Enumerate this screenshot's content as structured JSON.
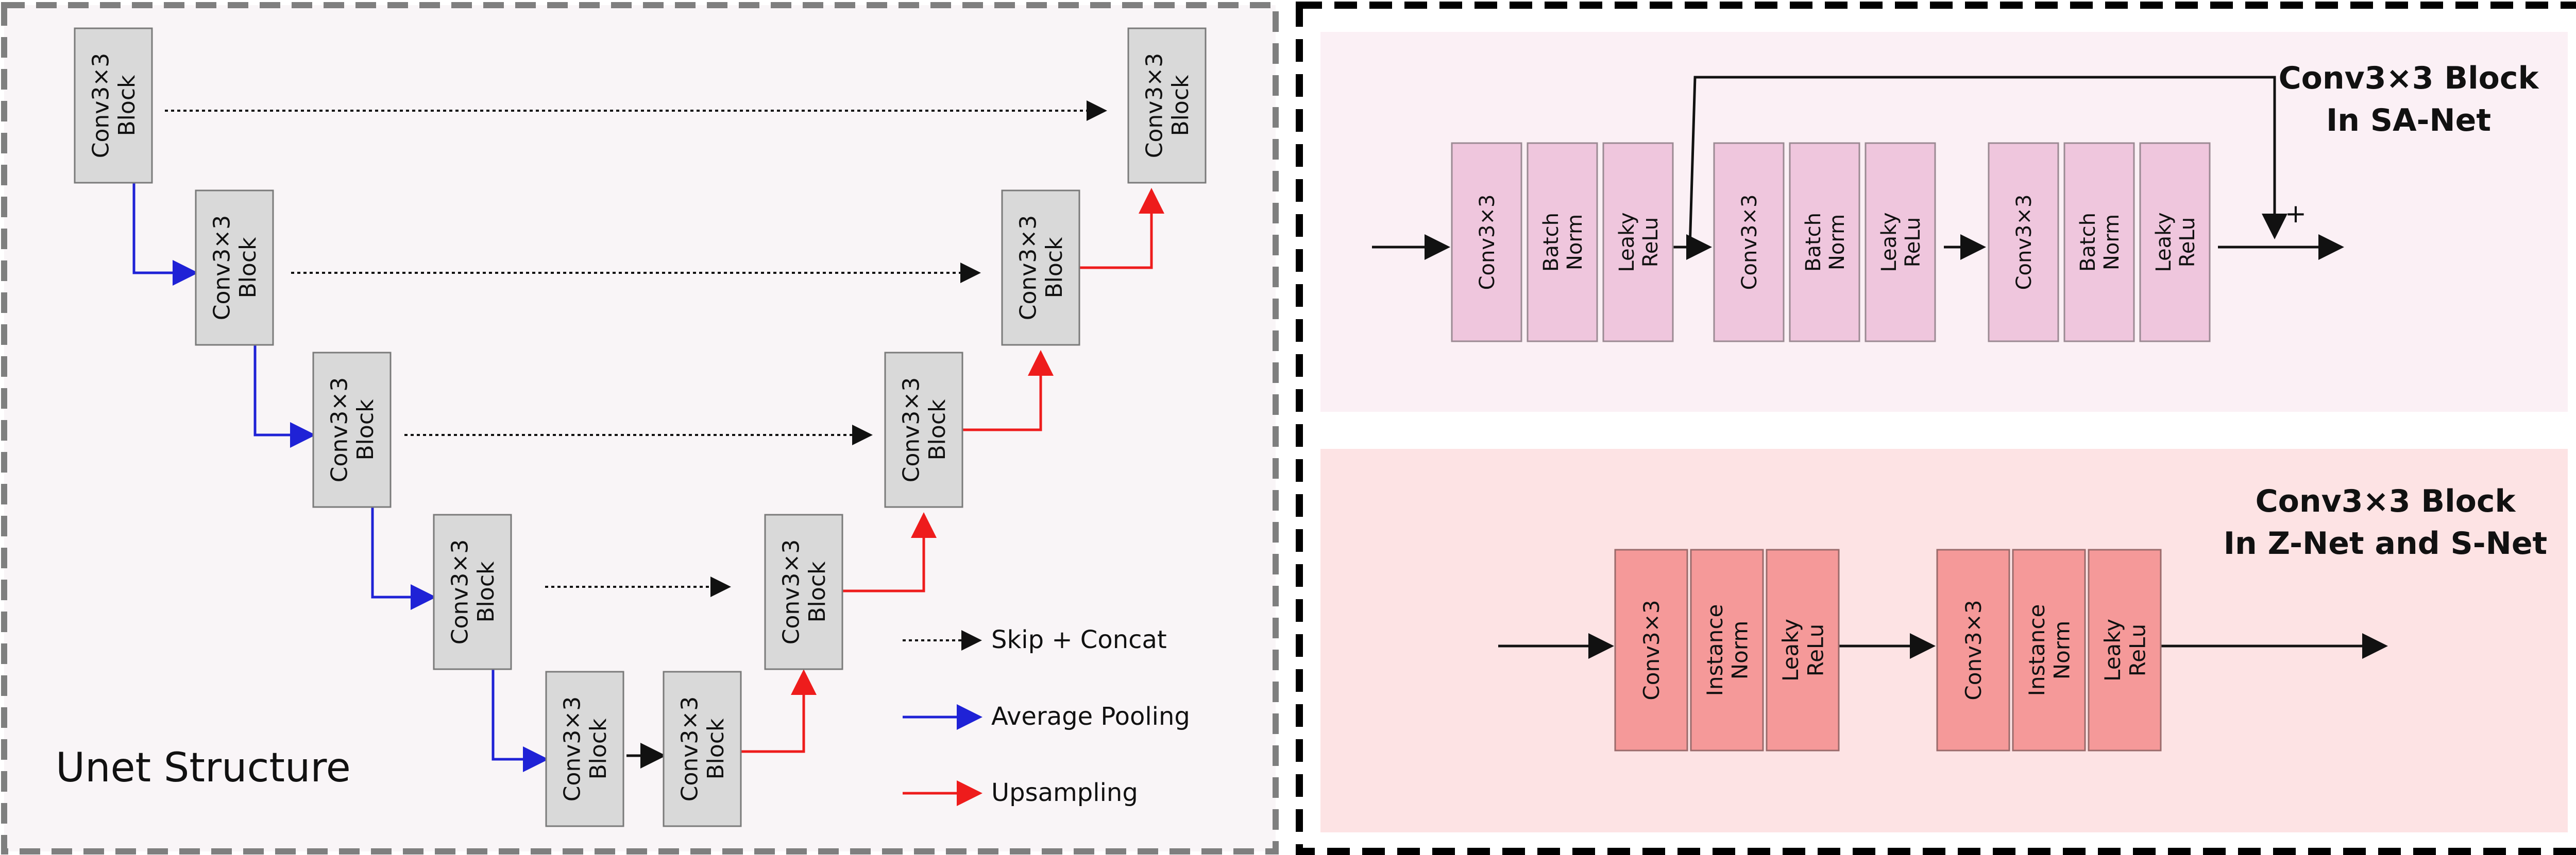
{
  "unet": {
    "title": "Unet Structure",
    "block_label_line1": "Conv3×3",
    "block_label_line2": "Block",
    "legend": {
      "skip": "Skip + Concat",
      "pool": "Average Pooling",
      "up": "Upsampling"
    }
  },
  "sa_net": {
    "title_line1": "Conv3×3 Block",
    "title_line2": "In SA-Net",
    "plus": "+",
    "groups": [
      [
        "Conv3×3",
        "Batch\nNorm",
        "Leaky\nReLu"
      ],
      [
        "Conv3×3",
        "Batch\nNorm",
        "Leaky\nReLu"
      ],
      [
        "Conv3×3",
        "Batch\nNorm",
        "Leaky\nReLu"
      ]
    ]
  },
  "zs_net": {
    "title_line1": "Conv3×3 Block",
    "title_line2": "In Z-Net and S-Net",
    "groups": [
      [
        "Conv3×3",
        "Instance\nNorm",
        "Leaky\nReLu"
      ],
      [
        "Conv3×3",
        "Instance\nNorm",
        "Leaky\nReLu"
      ]
    ]
  },
  "colors": {
    "left_bg": "#f9f5f7",
    "left_border": "#7f7f7f",
    "right_border": "#000000",
    "unet_block": "#d9d9d9",
    "sa_bg": "#fbf0f5",
    "sa_block": "#efc6dd",
    "zs_bg": "#fde3e4",
    "zs_block": "#f59999",
    "pool_arrow": "#1f22d6",
    "up_arrow": "#ee1c1c"
  }
}
